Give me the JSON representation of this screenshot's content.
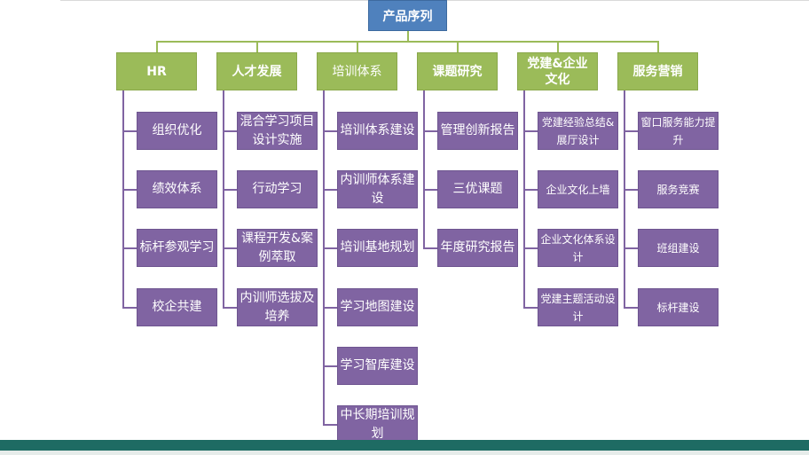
{
  "root": {
    "label": "产品序列"
  },
  "categories": [
    {
      "label": "HR",
      "items": [
        "组织优化",
        "绩效体系",
        "标杆参观学习",
        "校企共建"
      ]
    },
    {
      "label": "人才发展",
      "items": [
        "混合学习项目设计实施",
        "行动学习",
        "课程开发&案例萃取",
        "内训师选拔及培养"
      ]
    },
    {
      "label": "培训体系",
      "items": [
        "培训体系建设",
        "内训师体系建设",
        "培训基地规划",
        "学习地图建设",
        "学习智库建设",
        "中长期培训规划"
      ]
    },
    {
      "label": "课题研究",
      "items": [
        "管理创新报告",
        "三优课题",
        "年度研究报告"
      ]
    },
    {
      "label": "党建&企业文化",
      "items": [
        "党建经验总结&展厅设计",
        "企业文化上墙",
        "企业文化体系设计",
        "党建主题活动设计"
      ]
    },
    {
      "label": "服务营销",
      "items": [
        "窗口服务能力提升",
        "服务竞赛",
        "班组建设",
        "标杆建设"
      ]
    }
  ],
  "colors": {
    "root": "#4f81bd",
    "category": "#9bbb59",
    "leaf": "#8064a2",
    "footer": "#1e6b63"
  }
}
